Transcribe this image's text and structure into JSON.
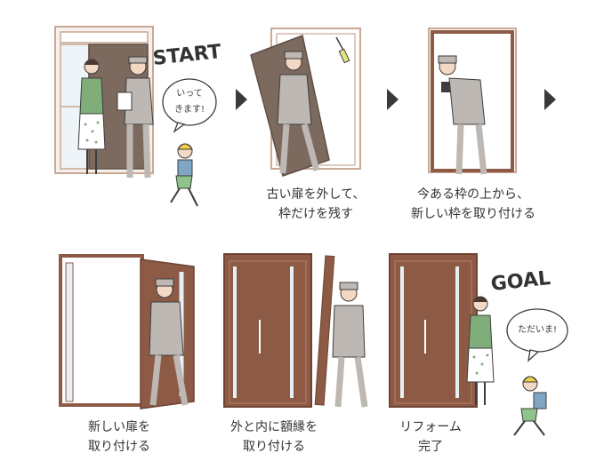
{
  "labels": {
    "start": "START",
    "goal": "GOAL"
  },
  "bubbles": {
    "start_line1": "いって",
    "start_line2": "きます!",
    "goal": "ただいま!"
  },
  "steps": [
    {
      "line1": "古い扉を外して、",
      "line2": "枠だけを残す"
    },
    {
      "line1": "今ある枠の上から、",
      "line2": "新しい枠を取り付ける"
    },
    {
      "line1": "新しい扉を",
      "line2": "取り付ける"
    },
    {
      "line1": "外と内に額縁を",
      "line2": "取り付ける"
    },
    {
      "line1": "リフォーム",
      "line2": "完了"
    }
  ],
  "colors": {
    "frame_line": "#c9a896",
    "door_brown": "#8c5a45",
    "old_door": "#7d6a5e",
    "glass": "#e6f0f4",
    "worker_gray": "#bdb8b3",
    "ink": "#3d3d3d",
    "arrow": "#3a3a3a"
  }
}
